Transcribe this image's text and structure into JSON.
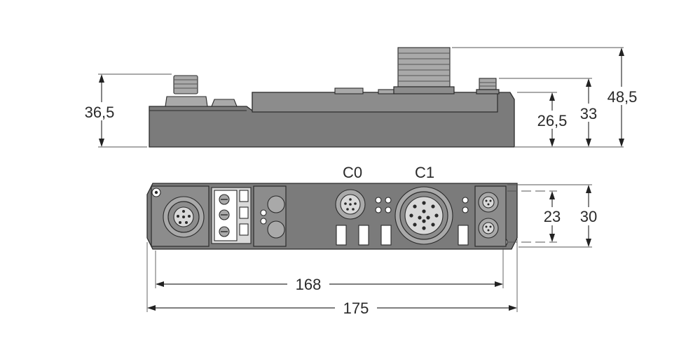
{
  "diagram": {
    "side_view": {
      "dim_left_height": "36,5",
      "dim_right_inner": "26,5",
      "dim_right_middle": "33",
      "dim_right_outer": "48,5"
    },
    "top_view": {
      "connector_c0": "C0",
      "connector_c1": "C1",
      "dim_right_inner": "23",
      "dim_right_outer": "30",
      "dim_width_inner": "168",
      "dim_width_outer": "175"
    }
  }
}
